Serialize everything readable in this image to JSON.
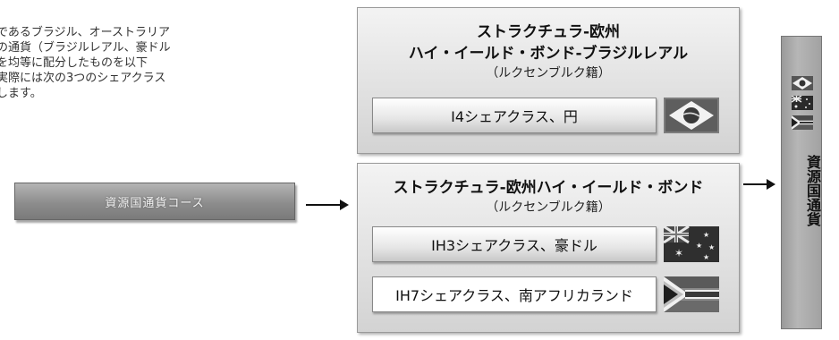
{
  "intro": {
    "lines": [
      "であるブラジル、オーストラリア",
      "の通貨（ブラジルレアル、豪ドル",
      "を均等に配分したものを以下",
      "実際には次の3つのシェアクラス",
      "します。"
    ]
  },
  "course_button": {
    "label": "資源国通貨コース"
  },
  "top_fund": {
    "title_line1": "ストラクチュラ-欧州",
    "title_line2": "ハイ・イールド・ボンド-ブラジルレアル",
    "subtitle": "（ルクセンブルク籍）",
    "share_label": "I4シェアクラス、円",
    "flag_icon": "brazil-flag-icon"
  },
  "bottom_fund": {
    "title": "ストラクチュラ-欧州ハイ・イールド・ボンド",
    "subtitle": "（ルクセンブルク籍）",
    "share1_label": "IH3シェアクラス、豪ドル",
    "share1_flag_icon": "australia-flag-icon",
    "share2_label": "IH7シェアクラス、南アフリカランド",
    "share2_flag_icon": "south-africa-flag-icon"
  },
  "side_box": {
    "label": "資源国通貨",
    "flag_icons": [
      "brazil-flag-icon",
      "australia-flag-icon",
      "south-africa-flag-icon"
    ]
  },
  "colors": {
    "panel_top": "#f3f3f3",
    "panel_bottom": "#d3d3d3",
    "button_gray": "#8d8d8d",
    "arrow": "#111111"
  }
}
